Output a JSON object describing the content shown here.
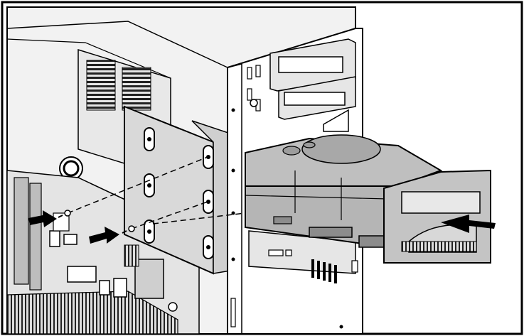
{
  "figure": {
    "background_color": "#ffffff",
    "line_color": "#000000",
    "panel_gray": "#d9d9d9",
    "drive_gray": "#bdbdbd",
    "dark_gray": "#8c8c8c",
    "arrow_color": "#000000",
    "arrows": [
      {
        "name": "arrow-to-left-screw",
        "direction": "right"
      },
      {
        "name": "arrow-to-middle-screw",
        "direction": "right"
      },
      {
        "name": "arrow-into-drive-bay",
        "direction": "left"
      }
    ]
  }
}
